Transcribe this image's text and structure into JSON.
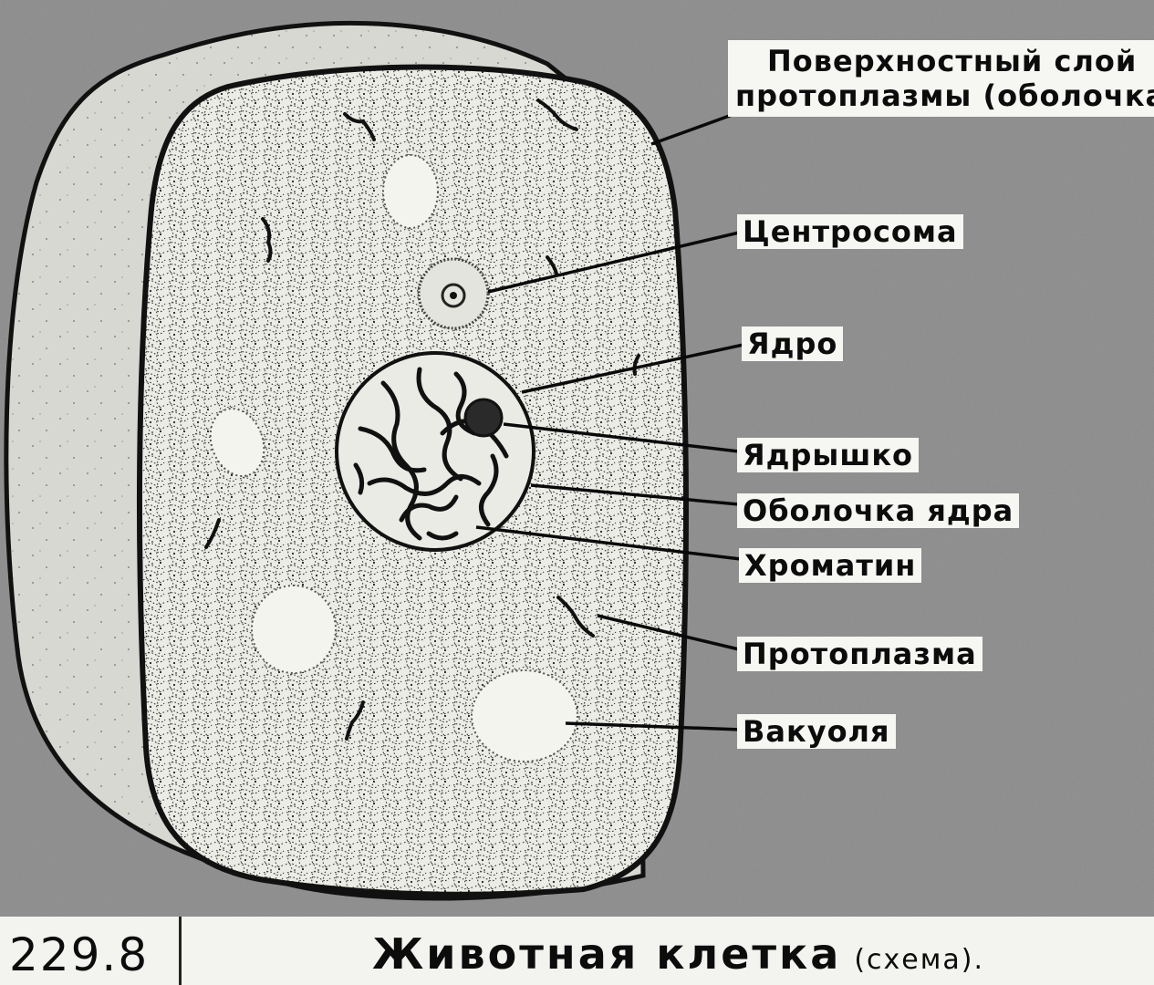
{
  "diagram": {
    "labels": {
      "surface_layer_line1": "Поверхностный слой",
      "surface_layer_line2": "протоплазмы (оболочка)",
      "centrosome": "Центросома",
      "nucleus": "Ядро",
      "nucleolus": "Ядрышко",
      "nuclear_membrane": "Оболочка ядра",
      "chromatin": "Хроматин",
      "protoplasm": "Протоплазма",
      "vacuole": "Вакуоля"
    },
    "colors": {
      "background": "#8c8c8c",
      "cell_fill": "#ecece6",
      "ink": "#111111",
      "label_bg": "#f6f6f2"
    }
  },
  "footer": {
    "slide_number": "229.8",
    "title": "Животная клетка",
    "subtitle": "(схема)."
  }
}
